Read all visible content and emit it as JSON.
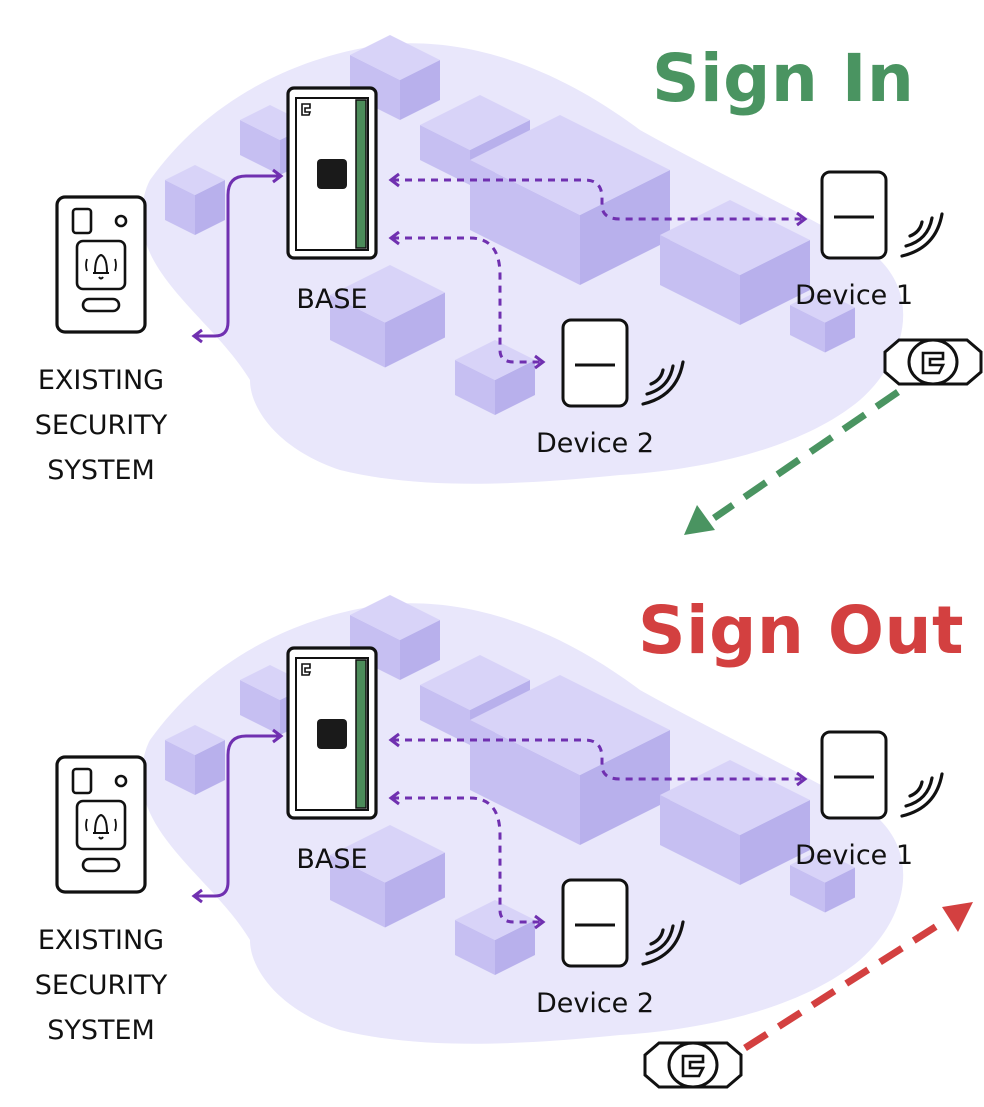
{
  "panels": [
    {
      "title": "Sign In",
      "title_color": "#4a9461",
      "arrow_color": "#4a9461",
      "arrow_direction": "inward",
      "labels": {
        "base": "BASE",
        "device1": "Device 1",
        "device2": "Device 2",
        "existing_system": [
          "EXISTING",
          "SECURITY",
          "SYSTEM"
        ]
      }
    },
    {
      "title": "Sign Out",
      "title_color": "#d34040",
      "arrow_color": "#d34040",
      "arrow_direction": "outward",
      "labels": {
        "base": "BASE",
        "device1": "Device 1",
        "device2": "Device 2",
        "existing_system": [
          "EXISTING",
          "SECURITY",
          "SYSTEM"
        ]
      }
    }
  ],
  "colors": {
    "floor": "#e9e7fb",
    "block_top": "#d8d3f8",
    "block_left": "#c6bff2",
    "block_right": "#b8b0ec",
    "connector": "#7030b0",
    "base_strip": "#4c8c5a",
    "outline": "#111111"
  },
  "icons": {
    "base_unit": "base-station-icon",
    "device": "reader-device-icon",
    "signal": "wireless-signal-icon",
    "wristband": "wristband-tag-icon",
    "bell": "bell-icon",
    "keypad": "security-panel-icon"
  }
}
